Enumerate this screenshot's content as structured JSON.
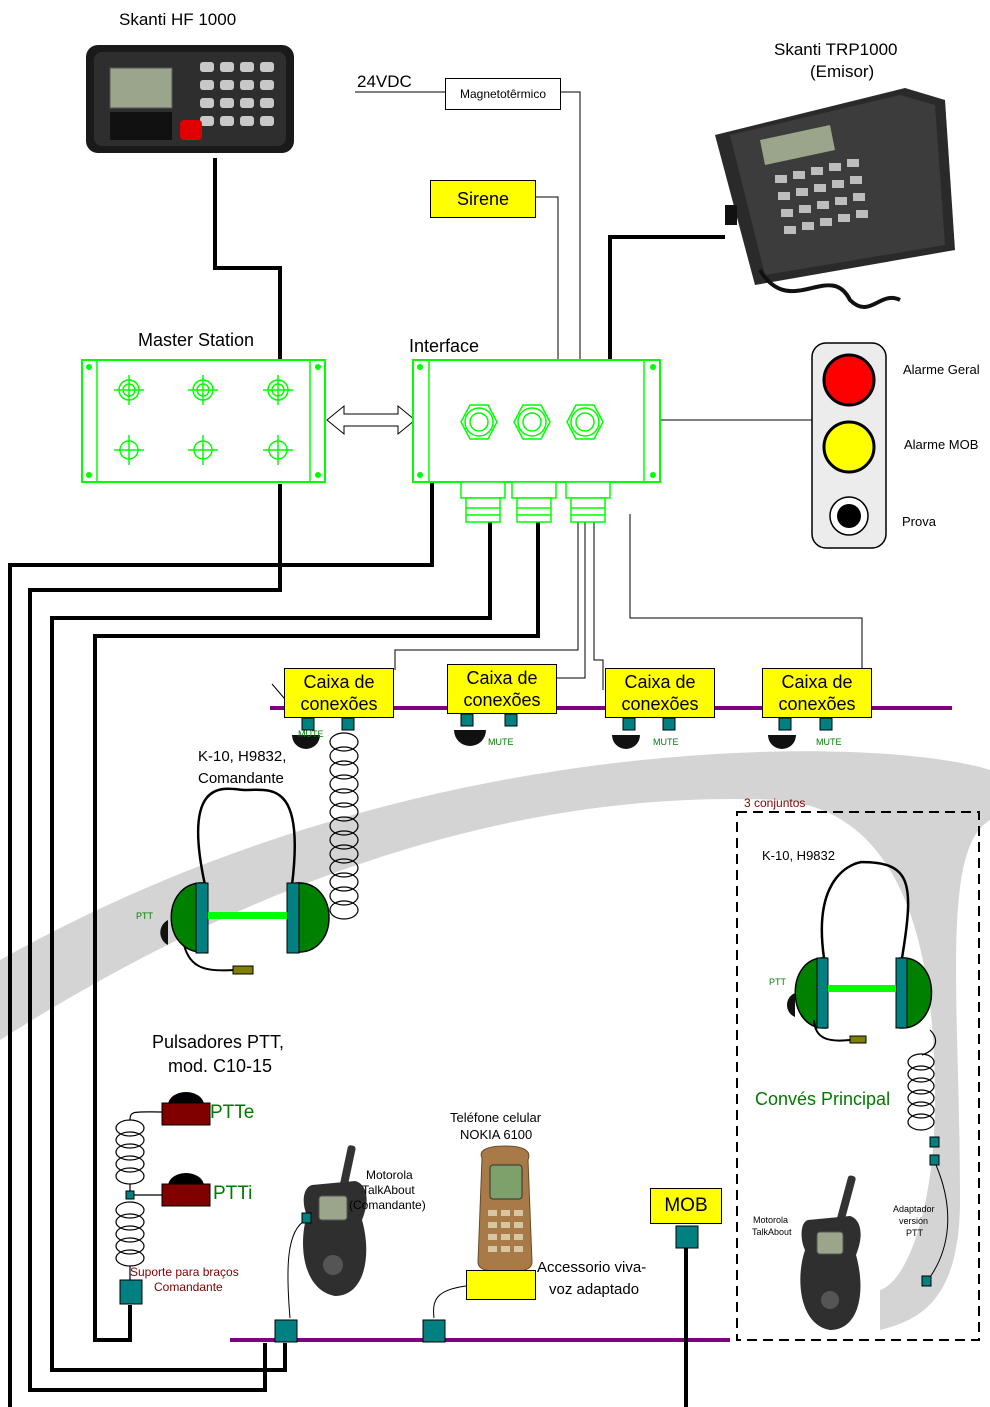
{
  "devices": {
    "hf_title": "Skanti HF 1000",
    "trp_title": "Skanti TRP1000",
    "trp_subtitle": "(Emisor)",
    "master_station": "Master Station",
    "interface": "Interface"
  },
  "power": {
    "supply": "24VDC",
    "breaker": "Magnetotêrmico"
  },
  "siren": "Sirene",
  "alarms": {
    "general": "Alarme Geral",
    "mob": "Alarme MOB",
    "test": "Prova"
  },
  "junction_boxes": {
    "line1": "Caixa de",
    "line2": "conexões",
    "mute": "MUTE"
  },
  "headsets": {
    "captain": [
      "K-10, H9832,",
      "Comandante"
    ],
    "deck": "K-10, H9832",
    "ptt": "PTT"
  },
  "deck_group": {
    "count": "3 conjuntos",
    "area": "Convés Principal",
    "radio": [
      "Motorola",
      "TalkAbout"
    ],
    "adapter": [
      "Adaptador",
      "versión",
      "PTT"
    ]
  },
  "ptt_buttons": {
    "title": [
      "Pulsadores PTT,",
      "mod. C10-15"
    ],
    "ptt_e": "PTTe",
    "ptt_i": "PTTi",
    "arm_support": [
      "Suporte para braços",
      "Comandante"
    ]
  },
  "radio_captain": [
    "Motorola",
    "TalkAbout",
    "(Comandante)"
  ],
  "phone": {
    "name": [
      "Teléfone celular",
      "NOKIA 6100"
    ],
    "accessory": [
      "Accessorio viva-",
      "voz adaptado"
    ]
  },
  "mob_button": "MOB",
  "colors": {
    "bus": "#800080",
    "outline_green": "#00ff00",
    "teal": "#008080",
    "earcup_green": "#008000",
    "yellow": "#ffff00",
    "alarm_red": "#ff0000",
    "ptt_red": "#800000",
    "label_red": "#800000",
    "label_green": "#007a00"
  }
}
